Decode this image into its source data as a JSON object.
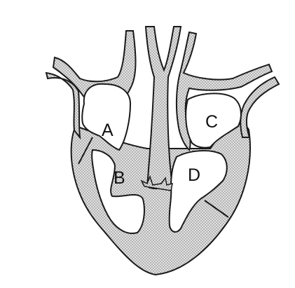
{
  "diagram": {
    "labels": {
      "a": "A",
      "b": "B",
      "c": "C",
      "d": "D"
    },
    "colors": {
      "background": "#ffffff",
      "outline": "#1a1a1a",
      "wall_stipple": "#6e6e6e",
      "wall_fill": "#e2e2e2",
      "chamber": "#ffffff"
    }
  }
}
